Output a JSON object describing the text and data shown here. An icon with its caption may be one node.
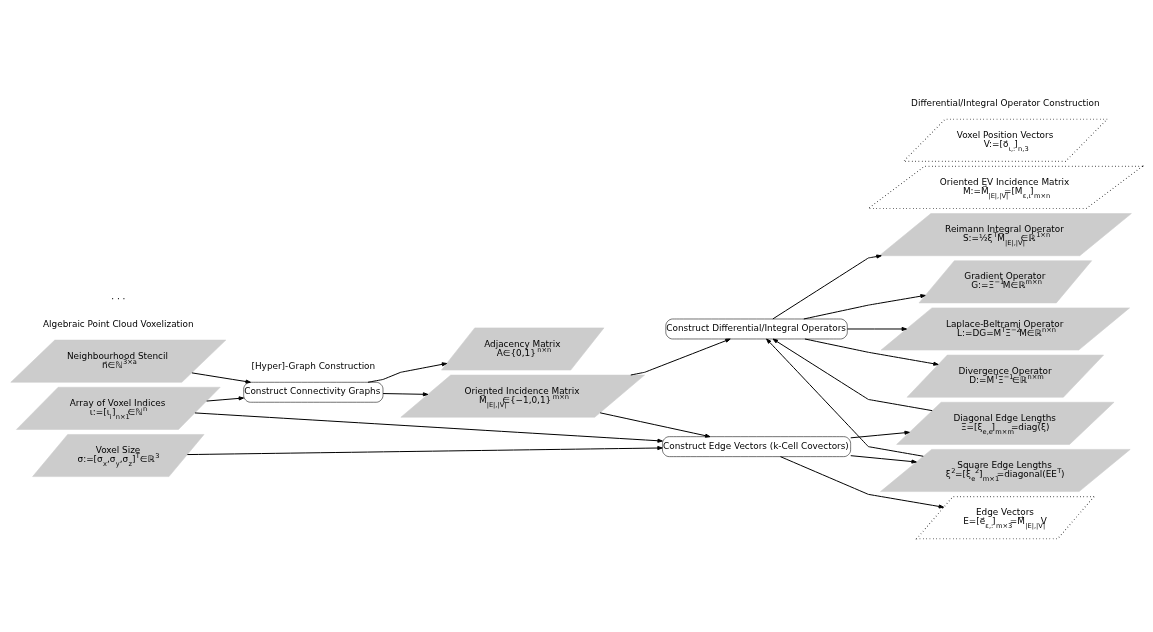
{
  "diagram": {
    "nodes": [
      {
        "text": [
          "Neighbourhood Stencil",
          "n⃗∈ℕ$^{3×a}$"
        ]
      },
      {
        "text": [
          "Construct Connectivity Graphs"
        ]
      },
      {
        "text": [
          "Adjacency Matrix",
          "A∈{0,1}$^{n×n}$"
        ]
      },
      {
        "text": [
          "Array of Voxel Indices",
          "ι:=[ι$_{i}$]$_{n×1}$∈ℕ$^{n}$"
        ]
      },
      {
        "text": [
          "Oriented Incidence Matrix",
          "M⃗$_{|E|,|V|}$∈{−1,0,1}$^{m×n}$"
        ]
      },
      {
        "text": [
          "Construct Differential/Integral Operators"
        ]
      },
      {
        "text": [
          "Reimann Integral Operator",
          "S:=½ξ$^{T}$M̅$_{|E|,|V|}$∈ℝ$^{1×n}$"
        ]
      },
      {
        "text": [
          "Gradient Operator",
          "G:=Ξ$^{−1}$M∈ℝ$^{m×n}$"
        ]
      },
      {
        "text": [
          "Laplace-Beltrami Operator",
          "L:=DG=M$^{T}$Ξ$^{−2}$M∈ℝ$^{n×n}$"
        ]
      },
      {
        "text": [
          "Divergence Operator",
          "D:=M$^{T}$Ξ$^{−1}$∈ℝ$^{n×m}$"
        ]
      },
      {
        "text": [
          "Diagonal Edge Lengths",
          "Ξ=[ξ$_{e,e}$]$_{m×m}$=diag(ξ)"
        ]
      },
      {
        "text": [
          "Construct Edge Vectors (k-Cell Covectors)"
        ]
      },
      {
        "text": [
          "Square Edge Lengths",
          "ξ$^{2}$=[ξ$_{e}$$^{2}$]$_{m×1}$=diagonal(EE$^{T}$)"
        ]
      },
      {
        "text": [
          "Voxel Size",
          "σ:=[σ$_{x}$,σ$_{y}$,σ$_{z}$]$^{T}$∈ℝ$^{3}$"
        ]
      },
      {
        "text": [
          "Edge Vectors",
          "E=[e⃗$_{ε,:}$]$_{m×3}$=M⃗$_{|E|,|V|}$V"
        ]
      },
      {
        "text": [
          "Oriented EV Incidence Matrix",
          "M:=M⃗$_{|E|,|V|}$=[M$_{ε,ι}$]$_{m×n}$"
        ]
      },
      {
        "text": [
          "Voxel Position Vectors",
          "V:=[o⃗$_{ι,:}$]$_{n,3}$"
        ]
      }
    ],
    "edges": [
      {
        "from": 0,
        "to": 1,
        "arrow": "to"
      },
      {
        "from": 3,
        "to": 1,
        "arrow": "to"
      },
      {
        "from": 3,
        "to": 11,
        "arrow": "to"
      },
      {
        "from": 1,
        "to": 2,
        "arrow": "to"
      },
      {
        "from": 1,
        "to": 4,
        "arrow": "to"
      },
      {
        "from": 4,
        "to": 5,
        "arrow": "to"
      },
      {
        "from": 4,
        "to": 11,
        "arrow": "to"
      },
      {
        "from": 5,
        "to": 6,
        "arrow": "to"
      },
      {
        "from": 5,
        "to": 7,
        "arrow": "to"
      },
      {
        "from": 5,
        "to": 8,
        "arrow": "to"
      },
      {
        "from": 5,
        "to": 9,
        "arrow": "to"
      },
      {
        "from": 11,
        "to": 10,
        "arrow": "to"
      },
      {
        "from": 11,
        "to": 12,
        "arrow": "to"
      },
      {
        "from": 11,
        "to": 14,
        "arrow": "to"
      },
      {
        "from": 13,
        "to": 11,
        "arrow": "to"
      },
      {
        "from": 10,
        "to": 5,
        "arrow": "to"
      },
      {
        "from": 12,
        "to": 5,
        "arrow": "to"
      }
    ],
    "labels": [
      "Algebraic Point Cloud Voxelization",
      "[Hyper]-Graph Construction",
      "Differential/Integral Operator Construction",
      "· · ·"
    ]
  }
}
